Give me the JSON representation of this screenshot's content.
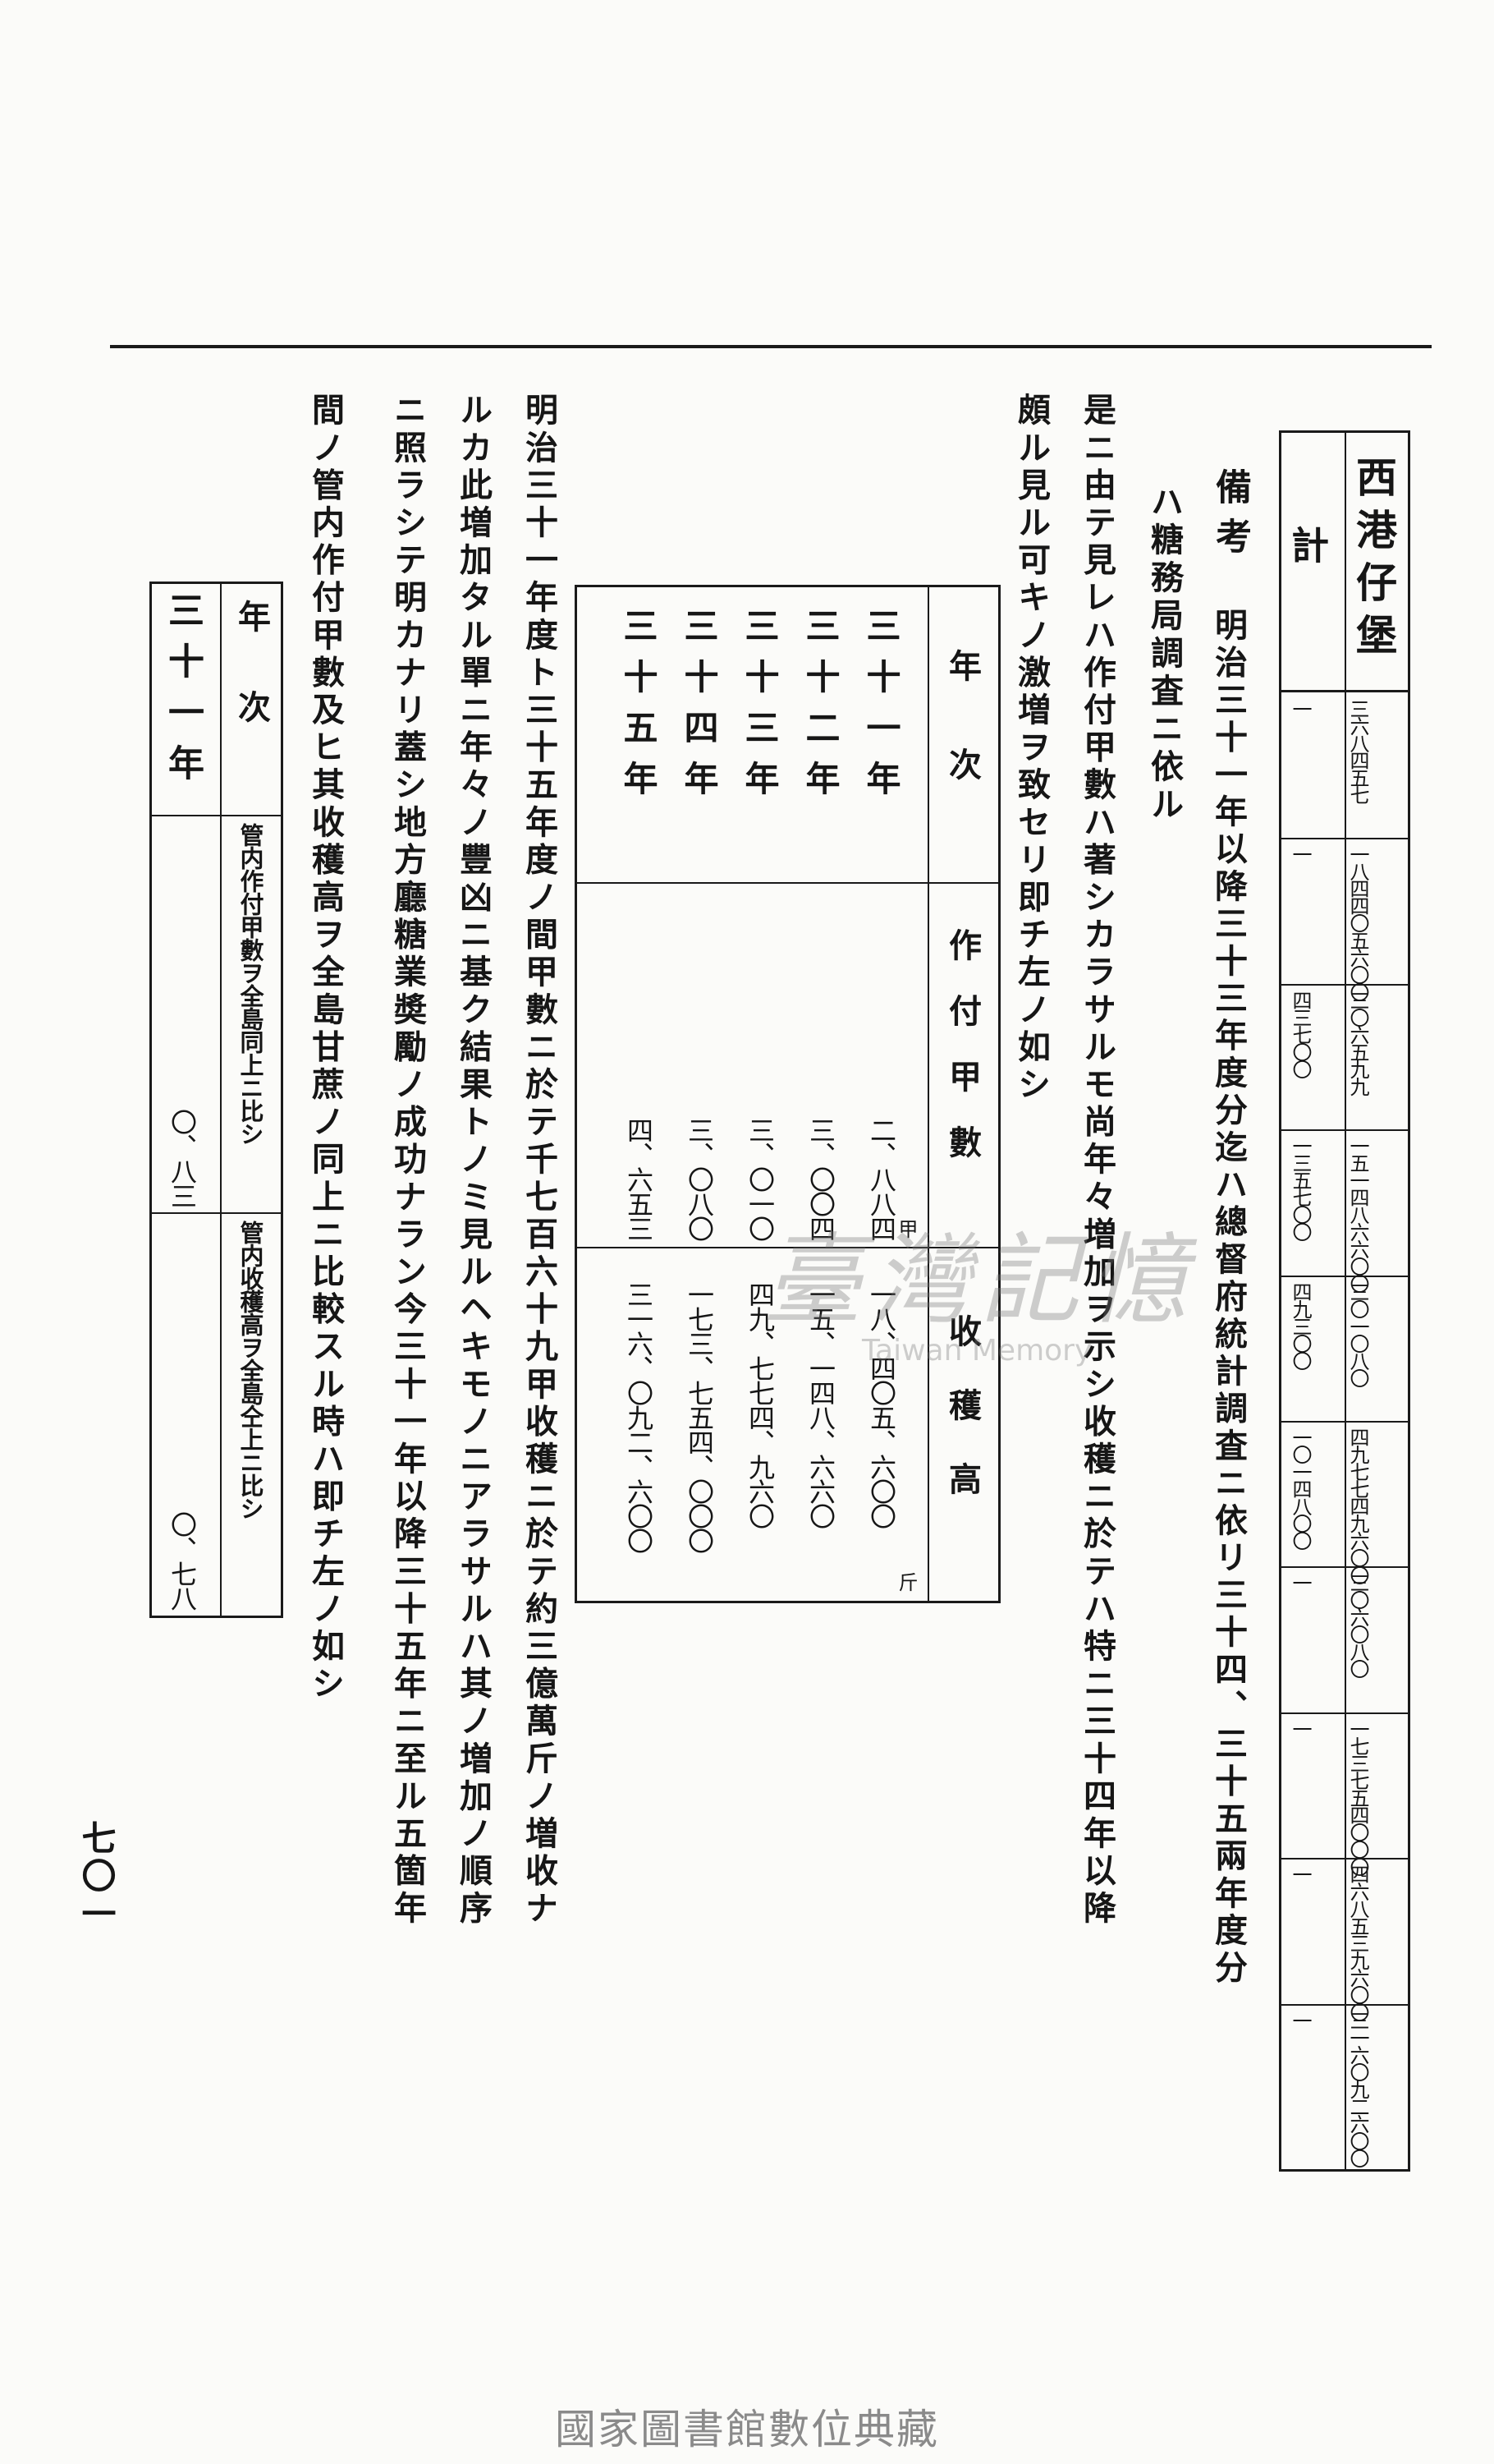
{
  "top_table": {
    "headers": [
      "西港仔堡",
      "計"
    ],
    "rows": [
      [
        "三六八四五七",
        "一"
      ],
      [
        "一八四四〇五六〇〇",
        "一"
      ],
      [
        "三〇六五九九",
        "四三七〇〇"
      ],
      [
        "一五一四八六六〇〇",
        "一三五七〇〇"
      ],
      [
        "三〇一〇八〇",
        "四九三〇〇"
      ],
      [
        "四九七七四九六〇〇",
        "一〇一四八〇〇"
      ],
      [
        "三〇六〇八〇",
        "一"
      ],
      [
        "一七三七五四〇〇〇",
        "一"
      ],
      [
        "四六八五三九六〇〇",
        "一"
      ],
      [
        "三一六〇九二六〇〇",
        "一"
      ]
    ]
  },
  "remarks": {
    "label": "備考",
    "col1": "明治三十一年以降三十三年度分迄ハ總督府統計調査ニ依リ三十四、三十五兩年度分",
    "col2": "ハ糖務局調査ニ依ル"
  },
  "para1": [
    "是ニ由テ見レハ作付甲數ハ著シカラサルモ尚年々増加ヲ示シ收穫ニ於テハ特ニ三十四年以降",
    "頗ル見ル可キノ激増ヲ致セリ即チ左ノ如シ"
  ],
  "mid_table": {
    "headers": [
      "年次",
      "作付甲數",
      "收穫高"
    ],
    "unit_area": "甲",
    "unit_weight": "斤",
    "rows": [
      {
        "year": "三十一年",
        "area": "二、八八四",
        "harvest": "一八、四〇五、六〇〇"
      },
      {
        "year": "三十二年",
        "area": "三、〇〇四",
        "harvest": "一五、一四八、六六〇"
      },
      {
        "year": "三十三年",
        "area": "三、〇一〇",
        "harvest": "四九、七七四、九六〇"
      },
      {
        "year": "三十四年",
        "area": "三、〇八〇",
        "harvest": "一七三、七五四、〇〇〇"
      },
      {
        "year": "三十五年",
        "area": "四、六五三",
        "harvest": "三一六、〇九二、六〇〇"
      }
    ]
  },
  "para2": [
    "明治三十一年度ト三十五年度ノ間甲數ニ於テ千七百六十九甲收穫ニ於テ約三億萬斤ノ増收ナ",
    "ルカ此増加タル單ニ年々ノ豐凶ニ基ク結果トノミ見ルヘキモノニアラサルハ其ノ増加ノ順序",
    "ニ照ラシテ明カナリ蓋シ地方廳糖業奬勵ノ成功ナラン今三十一年以降三十五年ニ至ル五箇年",
    "間ノ管内作付甲數及ヒ其收穫高ヲ全島甘蔗ノ同上ニ比較スル時ハ即チ左ノ如シ"
  ],
  "bottom_table": {
    "headers": [
      "年次",
      "管内作付甲數ヲ全島同上ニ比シ",
      "管内收穫高ヲ全島仝上ニ比シ"
    ],
    "rows": [
      {
        "year": "三十一年",
        "ratio_area": "〇、八三",
        "ratio_harvest": "〇、七八"
      }
    ]
  },
  "page_number": "七〇一",
  "watermark": {
    "main": "臺灣記憶",
    "sub": "Taiwan Memory"
  },
  "footer": "國家圖書館數位典藏"
}
